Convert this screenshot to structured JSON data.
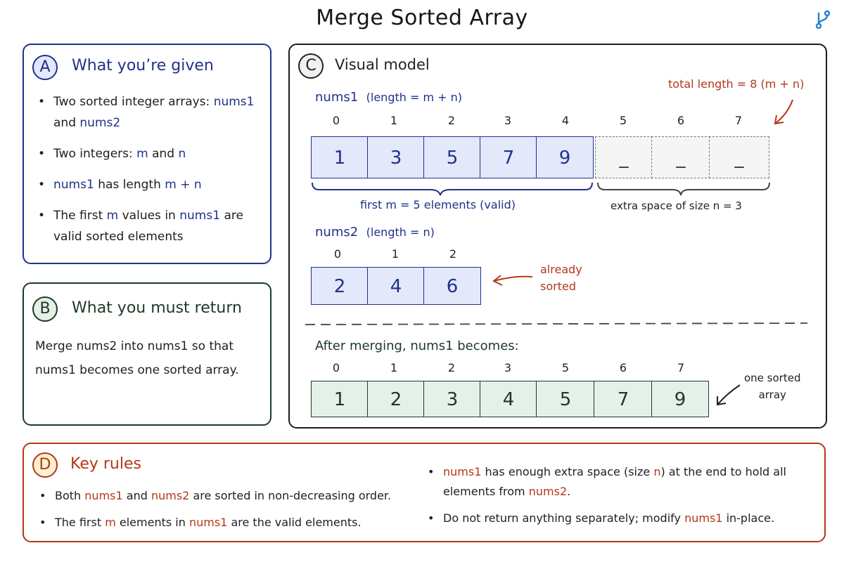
{
  "title": "Merge Sorted Array",
  "icons": {
    "corner": "git-branch-icon"
  },
  "colors": {
    "blue": "#21318a",
    "green": "#1d3a26",
    "red": "#b3371a"
  },
  "panel_a": {
    "badge": "A",
    "title": "What you’re given",
    "items": [
      {
        "p1": "Two sorted integer arrays:",
        "h1": "nums1",
        "p2": "and",
        "h2": "nums2",
        "p3": ""
      },
      {
        "p1": "Two integers:",
        "h1": "m",
        "p2": "and",
        "h2": "n",
        "p3": ""
      },
      {
        "p1": "",
        "h1": "nums1",
        "p2": "has length",
        "h2": "m + n",
        "p3": ""
      },
      {
        "p1": "The first",
        "h1": "m",
        "p2": "values in",
        "h2": "nums1",
        "p3": "are valid sorted elements"
      }
    ]
  },
  "panel_b": {
    "badge": "B",
    "title": "What you must return",
    "body": "Merge nums2 into nums1 so that nums1 becomes one sorted array."
  },
  "panel_c": {
    "badge": "C",
    "title": "Visual model",
    "nums1": {
      "name": "nums1",
      "length_note": "(length = m + n)",
      "indices": [
        "0",
        "1",
        "2",
        "3",
        "4",
        "5",
        "6",
        "7"
      ],
      "values": [
        "1",
        "3",
        "5",
        "7",
        "9",
        "_",
        "_",
        "_"
      ],
      "total_note": "total length = 8 (m + n)",
      "valid_brace_label": "first m = 5 elements (valid)",
      "extra_brace_label": "extra space of size n = 3"
    },
    "nums2": {
      "name": "nums2",
      "length_note": "(length = n)",
      "indices": [
        "0",
        "1",
        "2"
      ],
      "values": [
        "2",
        "4",
        "6"
      ],
      "note_line1": "already",
      "note_line2": "sorted"
    },
    "merged": {
      "heading": "After merging, nums1 becomes:",
      "indices": [
        "0",
        "1",
        "2",
        "3",
        "5",
        "6",
        "7"
      ],
      "values": [
        "1",
        "2",
        "3",
        "4",
        "5",
        "7",
        "9"
      ],
      "note_line1": "one sorted",
      "note_line2": "array"
    }
  },
  "panel_d": {
    "badge": "D",
    "title": "Key rules",
    "left": [
      {
        "p1": "Both",
        "h1": "nums1",
        "p2": "and",
        "h2": "nums2",
        "p3": "are sorted in non-decreasing order."
      },
      {
        "p1": "The first",
        "h1": "m",
        "p2": "elements in",
        "h2": "nums1",
        "p3": "are the valid elements."
      }
    ],
    "right": [
      {
        "p1": "",
        "h1": "nums1",
        "p2": "has enough extra space (size",
        "h2": "n",
        "p3": ") at the end to hold all elements from",
        "h3": "nums2",
        "p4": "."
      },
      {
        "p1": "Do not return anything separately; modify",
        "h1": "nums1",
        "p2": "in-place.",
        "h2": "",
        "p3": "",
        "h3": "",
        "p4": ""
      }
    ]
  }
}
